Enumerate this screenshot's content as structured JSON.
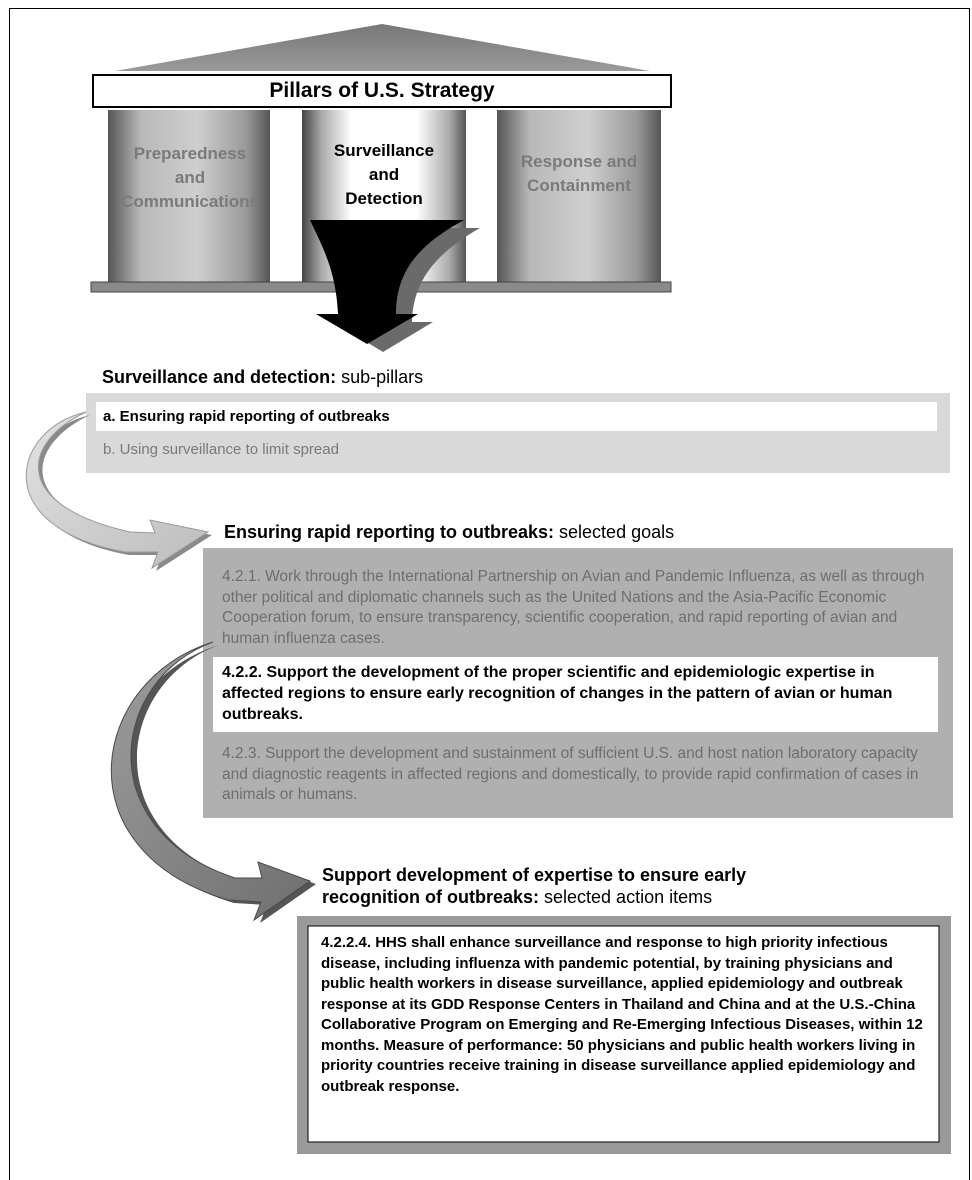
{
  "title": "Pillars of U.S. Strategy",
  "pillars": [
    {
      "label": "Preparedness and Communications",
      "active": false
    },
    {
      "label": "Surveillance and Detection",
      "active": true
    },
    {
      "label": "Response and Containment",
      "active": false
    }
  ],
  "pillar_lines": {
    "p1": [
      "Preparedness",
      "and",
      "Communications"
    ],
    "p2": [
      "Surveillance",
      "and",
      "Detection"
    ],
    "p3": [
      "Response and",
      "Containment"
    ]
  },
  "subpillars": {
    "heading_bold": "Surveillance and detection:",
    "heading_rest": " sub-pillars",
    "items": [
      {
        "text": "a. Ensuring rapid reporting of outbreaks",
        "selected": true
      },
      {
        "text": "b. Using surveillance to limit spread",
        "selected": false
      }
    ]
  },
  "goals": {
    "heading_bold": "Ensuring rapid reporting to outbreaks:",
    "heading_rest": " selected goals",
    "items": [
      {
        "text": "4.2.1. Work through the International Partnership on Avian and Pandemic Influenza, as well as through other political and diplomatic channels such as the United Nations and the Asia-Pacific Economic Cooperation forum, to ensure transparency, scientific cooperation, and rapid reporting of avian and human influenza cases.",
        "selected": false
      },
      {
        "text": "4.2.2. Support the development of the proper scientific and epidemiologic expertise in affected regions to ensure early recognition of changes in the pattern of avian or human outbreaks.",
        "selected": true
      },
      {
        "text": "4.2.3. Support the development and sustainment of sufficient U.S. and host nation laboratory capacity and diagnostic reagents in affected regions and domestically, to provide rapid confirmation of cases in animals or humans.",
        "selected": false
      }
    ]
  },
  "actions": {
    "heading_bold_1": "Support development of expertise to ensure early",
    "heading_bold_2": "recognition of outbreaks:",
    "heading_rest": " selected action items",
    "item": "4.2.2.4. HHS shall enhance surveillance and response to high priority infectious disease, including influenza with pandemic potential, by training physicians and public health workers in disease surveillance, applied epidemiology and outbreak response at its GDD Response Centers in Thailand and China and at the U.S.-China Collaborative Program on Emerging and Re-Emerging Infectious Diseases, within 12 months. Measure of performance: 50 physicians and public health workers living in priority countries receive training in disease surveillance applied epidemiology and outbreak response."
  }
}
